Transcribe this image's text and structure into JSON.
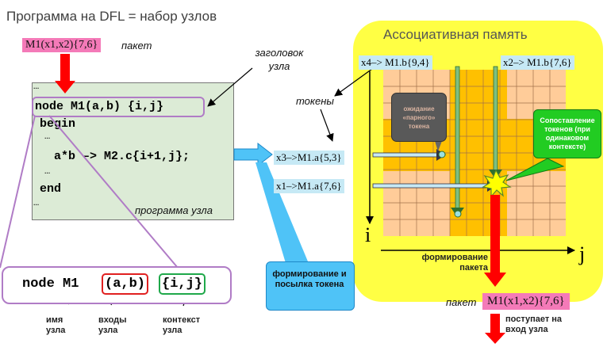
{
  "title": "Программа на DFL = набор узлов",
  "packet_top": "M1(x1,x2){7,6}",
  "packet_word": "пакет",
  "node_header_label": "заголовок узла",
  "tokens_label": "токены",
  "program": {
    "lines": [
      "…",
      "node M1(a,b) {i,j}",
      "begin",
      "…",
      "a*b –> M2.c{i+1,j};",
      "…",
      "end",
      "…"
    ],
    "caption": "программа узла"
  },
  "assoc_memory": {
    "title": "Ассоциативная память",
    "token_top_left": "x4–> M1.b{9,4}",
    "token_top_right": "x2–> M1.b{7,6}",
    "token_mid1": "x3–>M1.a{5,3}",
    "token_mid2": "x1–>M1.a{7,6}",
    "waiting": "ожидание «парного» токена",
    "matching": "Сопоставление токенов (при одинаковом контексте)",
    "axis_i": "i",
    "axis_j": "j",
    "packet_forming": "формирование пакета"
  },
  "token_send": "формирование и посылка токена",
  "card": {
    "node": "node M1",
    "inputs": "(a,b)",
    "context": "{i,j}",
    "label_name": "имя узла",
    "label_inputs": "входы узла",
    "label_context": "контекст узла"
  },
  "packet_bottom": {
    "word": "пакет",
    "value": "M1(x1,x2){7,6}",
    "note": "поступает на вход узла"
  },
  "colors": {
    "memory_bg": "#ffff44",
    "grid_light": "#ffcc99",
    "grid_dark": "#ffc000",
    "card_border": "#b07cc6",
    "inputs_box": "#e02020",
    "context_box": "#1fa84a",
    "arrow_red": "#ff0000",
    "token_arrow": "#3bb5ee"
  }
}
